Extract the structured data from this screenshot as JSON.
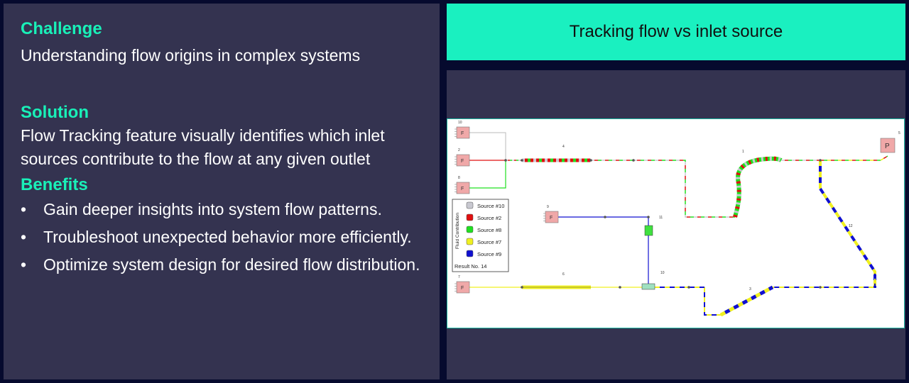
{
  "left": {
    "challenge_heading": "Challenge",
    "challenge_text": "Understanding flow origins in complex systems",
    "solution_heading": "Solution",
    "solution_text": "Flow Tracking feature visually identifies which inlet sources contribute to the flow at any given outlet",
    "benefits_heading": "Benefits",
    "bullet": "•",
    "benefits": [
      "Gain deeper insights into system flow patterns.",
      "Troubleshoot unexpected behavior more efficiently.",
      "Optimize system design for desired flow distribution."
    ]
  },
  "title": "Tracking flow vs inlet source",
  "diagram": {
    "legend": {
      "title": "Fluid Contribution",
      "items": [
        {
          "label": "Source #10",
          "color": "#c8c8d0"
        },
        {
          "label": "Source #2",
          "color": "#e01010"
        },
        {
          "label": "Source #8",
          "color": "#20e020"
        },
        {
          "label": "Source #7",
          "color": "#f0f020"
        },
        {
          "label": "Source #9",
          "color": "#1010d0"
        }
      ],
      "result": "Result No. 14"
    },
    "node_labels": {
      "n10": "10",
      "n2": "2",
      "n8": "8",
      "n9": "9",
      "n7": "7",
      "p4": "4",
      "p1": "1",
      "p5": "5",
      "p11": "11",
      "p10": "10",
      "p6": "6",
      "p3": "3",
      "p12": "12",
      "p13": "13"
    },
    "reservoir_glyph": "F",
    "pump_glyph": "P",
    "colors": {
      "grey": "#c8c8d0",
      "red": "#e01010",
      "green": "#20e020",
      "yellow": "#f0f020",
      "blue": "#1010d0",
      "tank": "#f0a8a8"
    }
  }
}
